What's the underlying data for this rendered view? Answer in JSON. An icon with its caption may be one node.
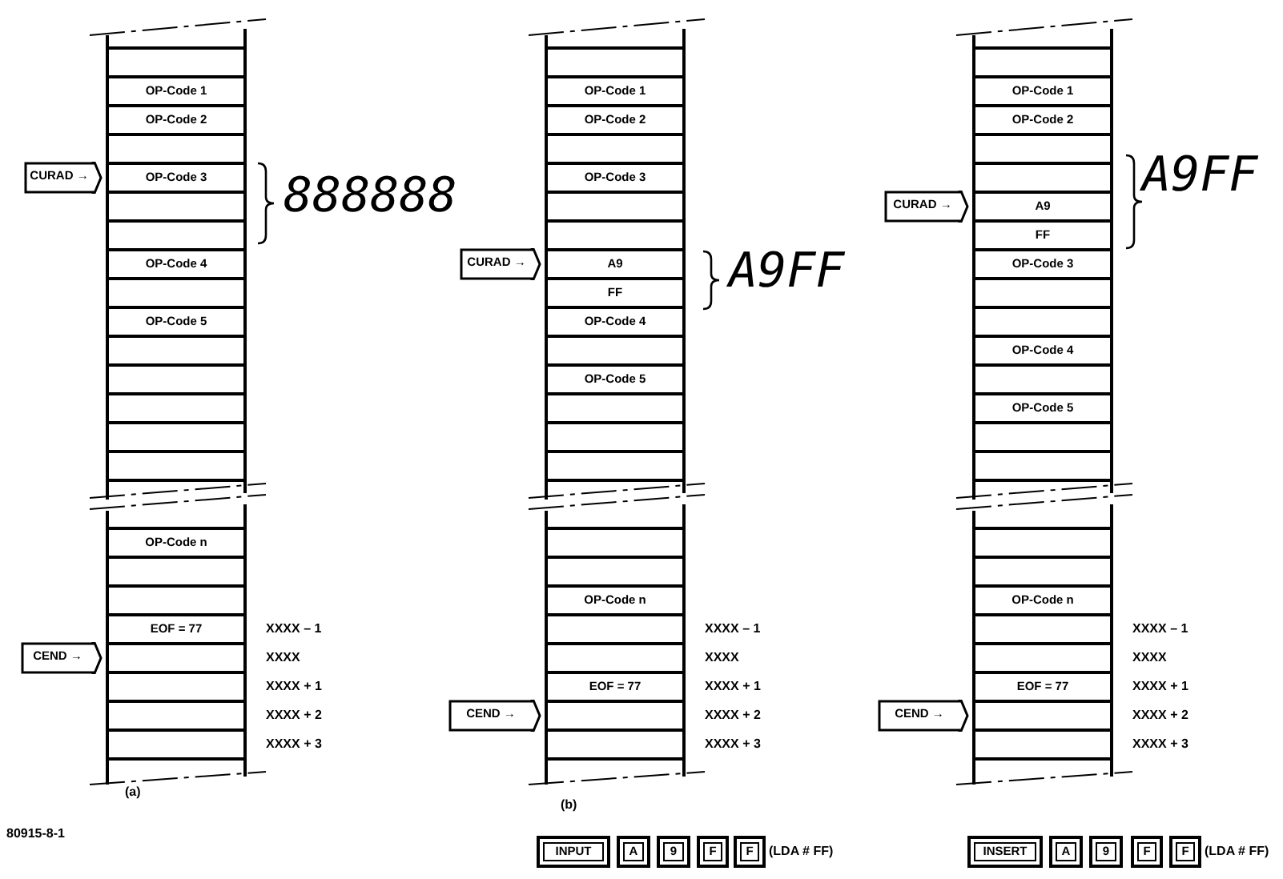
{
  "diagram": {
    "nodes": [
      {
        "text": [],
        "shape": "box"
      },
      {
        "text": [
          "OP-Code 1"
        ]
      },
      {
        "text": [
          "OP-Code 2"
        ]
      },
      {
        "text": [],
        "shape": "box"
      },
      {
        "text": [
          "OP-Code 3"
        ]
      },
      {
        "text": [],
        "shape": "box"
      },
      {
        "text": [],
        "shape": "box"
      },
      {
        "text": [
          "OP-Code 4"
        ]
      },
      {
        "text": [],
        "shape": "box"
      },
      {
        "text": [
          "OP-Code 5"
        ]
      },
      {
        "text": [],
        "shape": "box"
      },
      {
        "text": [],
        "shape": "box"
      },
      {
        "text": [],
        "shape": "box"
      },
      {
        "text": [],
        "shape": "box"
      },
      {
        "text": [],
        "shape": "box"
      },
      {
        "text": [
          "OP-Code n"
        ]
      },
      {
        "text": [],
        "shape": "box"
      },
      {
        "text": [],
        "shape": "box"
      },
      {
        "text": [
          "EOF = 77"
        ],
        "beside": [
          "XXXX – 1"
        ]
      },
      {
        "text": [],
        "shape": "box",
        "beside": [
          "XXXX"
        ]
      },
      {
        "text": [],
        "shape": "box",
        "beside": [
          "XXXX + 1"
        ]
      },
      {
        "text": [],
        "shape": "box",
        "beside": [
          "XXXX + 2"
        ]
      },
      {
        "text": [],
        "shape": "box",
        "beside": [
          "XXXX + 3"
        ]
      },
      {
        "text": [
          "CURAD →"
        ]
      },
      {
        "text": [
          "CEND →"
        ]
      },
      {
        "text": [],
        "shape": "box"
      },
      {
        "text": [
          "OP-Code 1"
        ]
      },
      {
        "text": [
          "OP-Code 2"
        ]
      },
      {
        "text": [],
        "shape": "box"
      },
      {
        "text": [
          "OP-Code 3"
        ]
      },
      {
        "text": [],
        "shape": "box"
      },
      {
        "text": [],
        "shape": "box"
      },
      {
        "text": [
          "A9"
        ]
      },
      {
        "text": [
          "FF"
        ]
      },
      {
        "text": [
          "OP-Code 4"
        ]
      },
      {
        "text": [],
        "shape": "box"
      },
      {
        "text": [
          "OP-Code 5"
        ]
      },
      {
        "text": [],
        "shape": "box"
      },
      {
        "text": [],
        "shape": "box"
      },
      {
        "text": [],
        "shape": "box"
      },
      {
        "text": [],
        "shape": "box"
      },
      {
        "text": [],
        "shape": "box"
      },
      {
        "text": [
          "OP-Code n"
        ]
      },
      {
        "text": [],
        "shape": "box",
        "beside": [
          "XXXX – 1"
        ]
      },
      {
        "text": [],
        "shape": "box",
        "beside": [
          "XXXX"
        ]
      },
      {
        "text": [
          "EOF = 77"
        ],
        "beside": [
          "XXXX + 1"
        ]
      },
      {
        "text": [],
        "shape": "box",
        "beside": [
          "XXXX + 2"
        ]
      },
      {
        "text": [],
        "shape": "box",
        "beside": [
          "XXXX + 3"
        ]
      },
      {
        "text": [
          "CURAD →"
        ]
      },
      {
        "text": [
          "CEND →"
        ]
      },
      {
        "text": [],
        "shape": "box"
      },
      {
        "text": [
          "OP-Code 1"
        ]
      },
      {
        "text": [
          "OP-Code 2"
        ]
      },
      {
        "text": [],
        "shape": "box"
      },
      {
        "text": [],
        "shape": "box"
      },
      {
        "text": [
          "A9"
        ]
      },
      {
        "text": [
          "FF"
        ]
      },
      {
        "text": [
          "OP-Code 3"
        ]
      },
      {
        "text": [],
        "shape": "box"
      },
      {
        "text": [],
        "shape": "box"
      },
      {
        "text": [
          "OP-Code 4"
        ]
      },
      {
        "text": [],
        "shape": "box"
      },
      {
        "text": [
          "OP-Code 5"
        ]
      },
      {
        "text": [],
        "shape": "box"
      },
      {
        "text": [],
        "shape": "box"
      },
      {
        "text": [],
        "shape": "box"
      },
      {
        "text": [],
        "shape": "box"
      },
      {
        "text": [
          "OP-Code n"
        ]
      },
      {
        "text": [],
        "shape": "box",
        "beside": [
          "XXXX – 1"
        ]
      },
      {
        "text": [],
        "shape": "box",
        "beside": [
          "XXXX"
        ]
      },
      {
        "text": [
          "EOF = 77"
        ],
        "beside": [
          "XXXX + 1"
        ]
      },
      {
        "text": [],
        "shape": "box",
        "beside": [
          "XXXX + 2"
        ]
      },
      {
        "text": [],
        "shape": "box",
        "beside": [
          "XXXX + 3"
        ]
      },
      {
        "text": [
          "CURAD →"
        ]
      },
      {
        "text": [
          "CEND →"
        ]
      },
      {
        "text": [
          "INPUT"
        ]
      },
      {
        "text": [
          "A"
        ]
      },
      {
        "text": [
          "9"
        ]
      },
      {
        "text": [
          "F"
        ]
      },
      {
        "text": [
          "F"
        ],
        "beside": [
          "(LDA # FF)"
        ]
      },
      {
        "text": [
          "INSERT"
        ]
      },
      {
        "text": [
          "A"
        ]
      },
      {
        "text": [
          "9"
        ]
      },
      {
        "text": [
          "F"
        ]
      },
      {
        "text": [
          "F"
        ],
        "beside": [
          "(LDA # FF)"
        ]
      }
    ],
    "labels": [
      "888888",
      "(a)",
      "80915-8-1",
      "A9FF",
      "(b)",
      "A9FF"
    ]
  }
}
